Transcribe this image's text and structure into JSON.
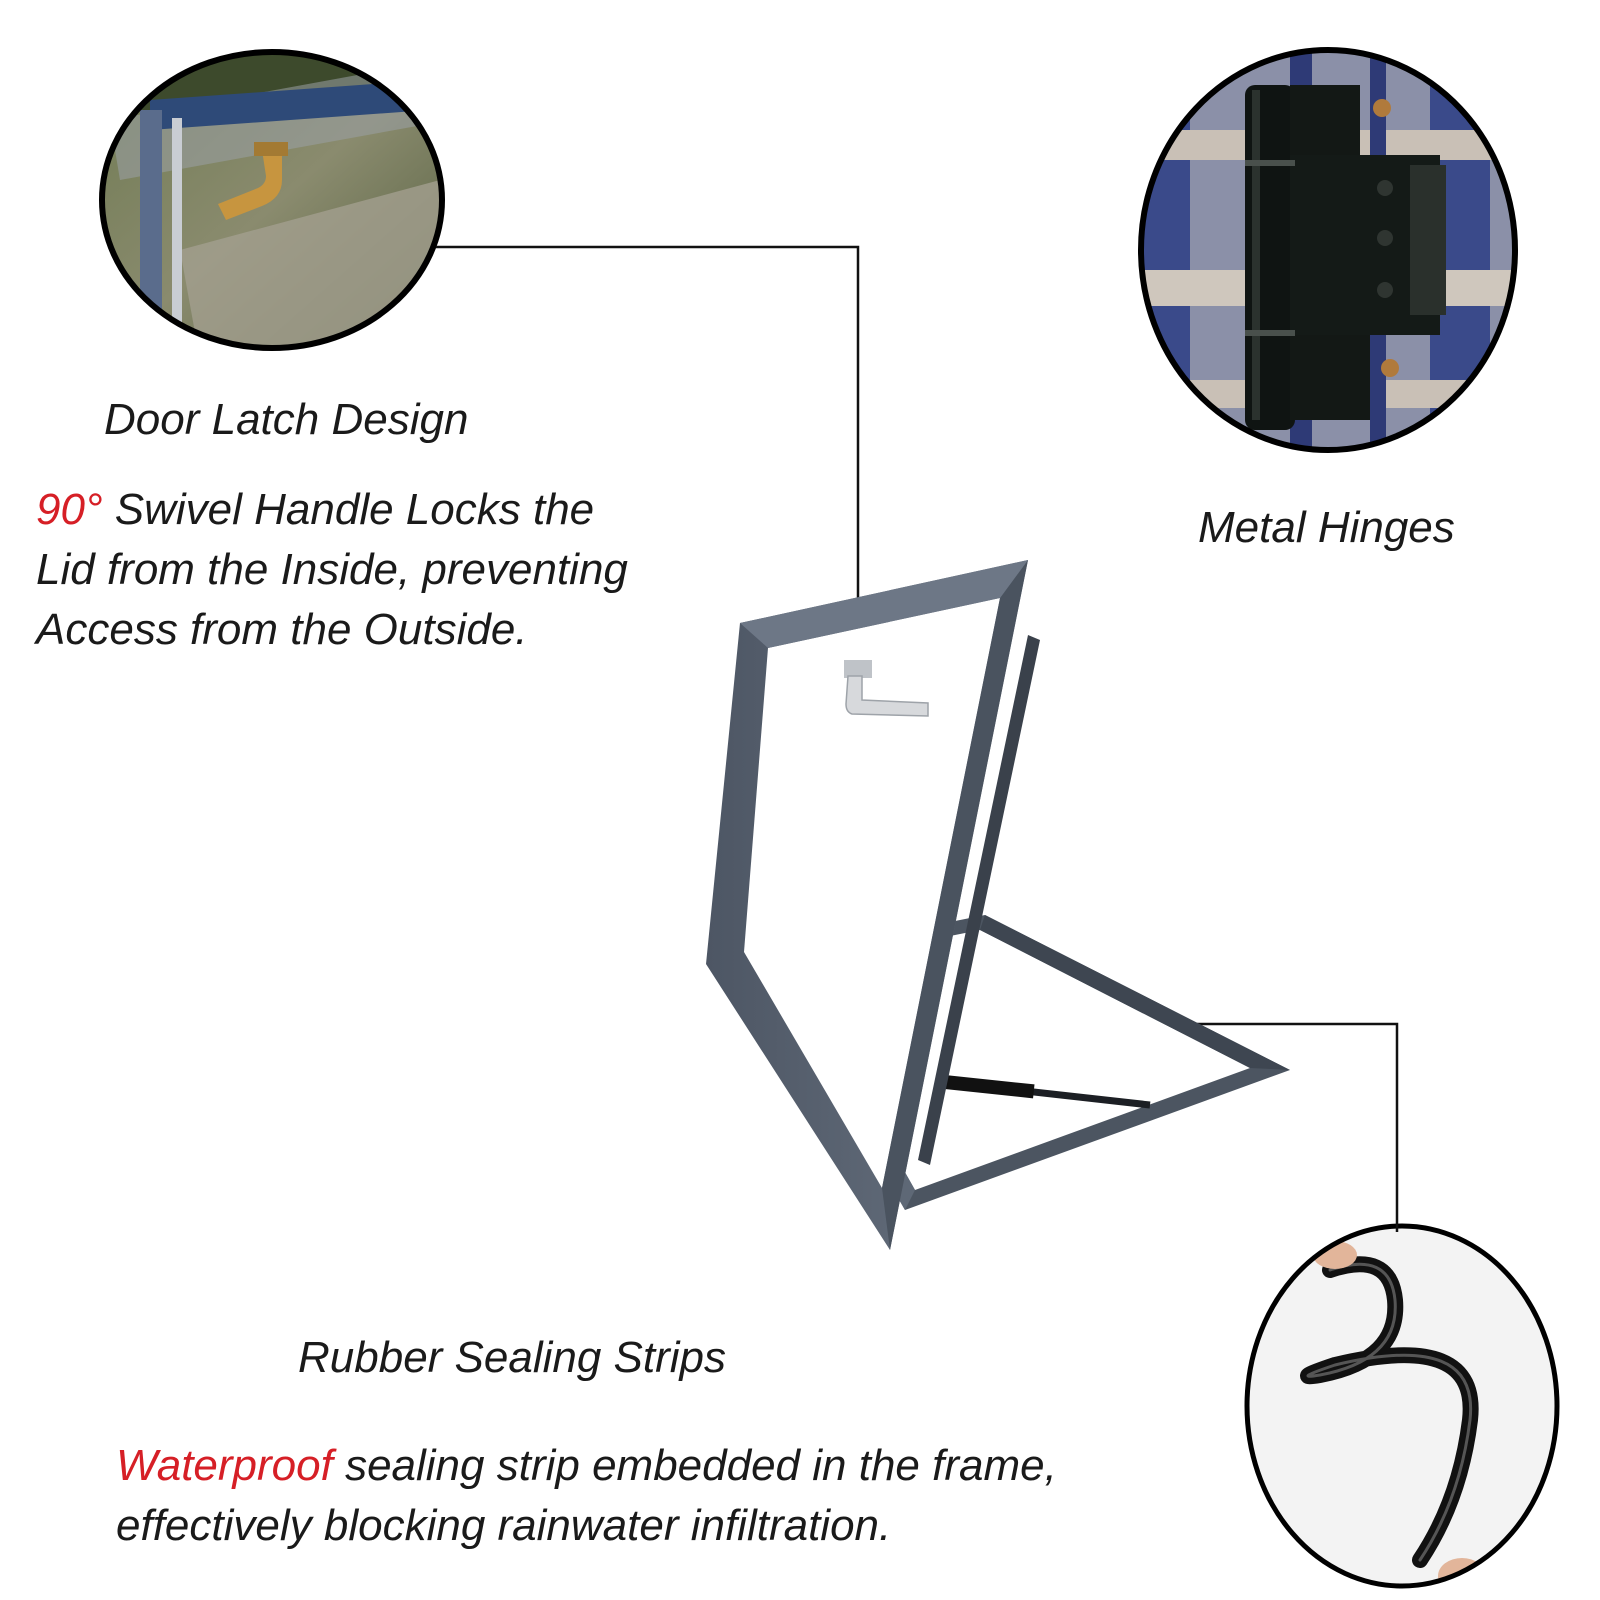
{
  "colors": {
    "accent": "#d61f26",
    "frame": "#5b6573",
    "leader_line": "#111111"
  },
  "callouts": {
    "latch": {
      "title": "Door Latch Design",
      "highlight": "90°",
      "line1_rest": " Swivel Handle Locks the",
      "line2": "Lid from the Inside, preventing",
      "line3": "Access from the Outside."
    },
    "hinge": {
      "title": "Metal Hinges"
    },
    "strip": {
      "title": "Rubber Sealing Strips",
      "highlight": "Waterproof",
      "line1_rest": " sealing strip embedded in the frame,",
      "line2": "effectively blocking rainwater infiltration."
    }
  },
  "images": {
    "latch_photo": "latch-closeup-photo",
    "hinge_photo": "hinge-closeup-photo",
    "strip_photo": "rubber-strip-closeup-photo",
    "product": "hatch-frame-photo"
  }
}
